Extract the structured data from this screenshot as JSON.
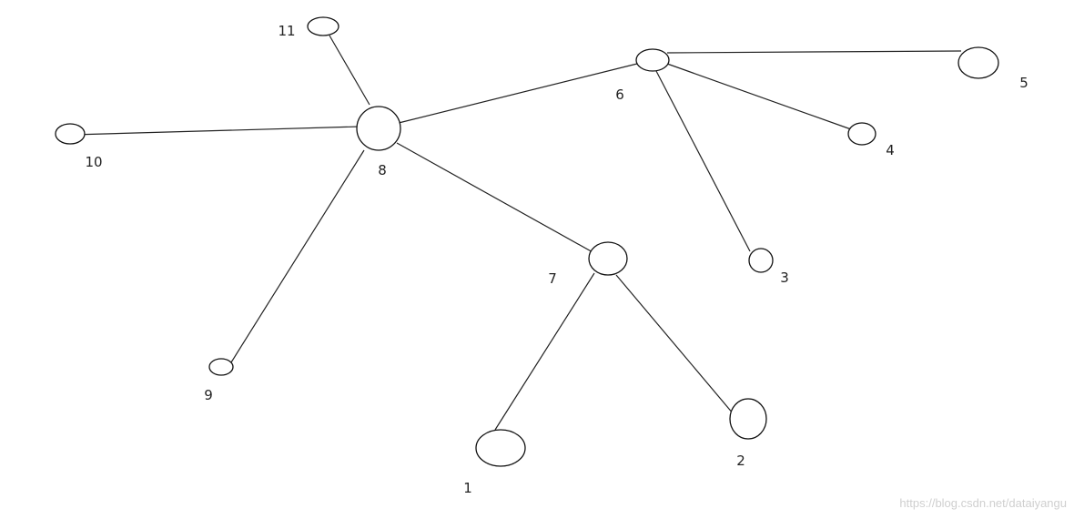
{
  "diagram": {
    "type": "tree",
    "nodes": [
      {
        "id": "1",
        "label": "1"
      },
      {
        "id": "2",
        "label": "2"
      },
      {
        "id": "3",
        "label": "3"
      },
      {
        "id": "4",
        "label": "4"
      },
      {
        "id": "5",
        "label": "5"
      },
      {
        "id": "6",
        "label": "6"
      },
      {
        "id": "7",
        "label": "7"
      },
      {
        "id": "8",
        "label": "8"
      },
      {
        "id": "9",
        "label": "9"
      },
      {
        "id": "10",
        "label": "10"
      },
      {
        "id": "11",
        "label": "11"
      }
    ],
    "edges": [
      {
        "from": "8",
        "to": "11"
      },
      {
        "from": "8",
        "to": "10"
      },
      {
        "from": "8",
        "to": "9"
      },
      {
        "from": "8",
        "to": "6"
      },
      {
        "from": "8",
        "to": "7"
      },
      {
        "from": "6",
        "to": "5"
      },
      {
        "from": "6",
        "to": "4"
      },
      {
        "from": "6",
        "to": "3"
      },
      {
        "from": "7",
        "to": "1"
      },
      {
        "from": "7",
        "to": "2"
      }
    ]
  },
  "watermark": "https://blog.csdn.net/dataiyangu"
}
